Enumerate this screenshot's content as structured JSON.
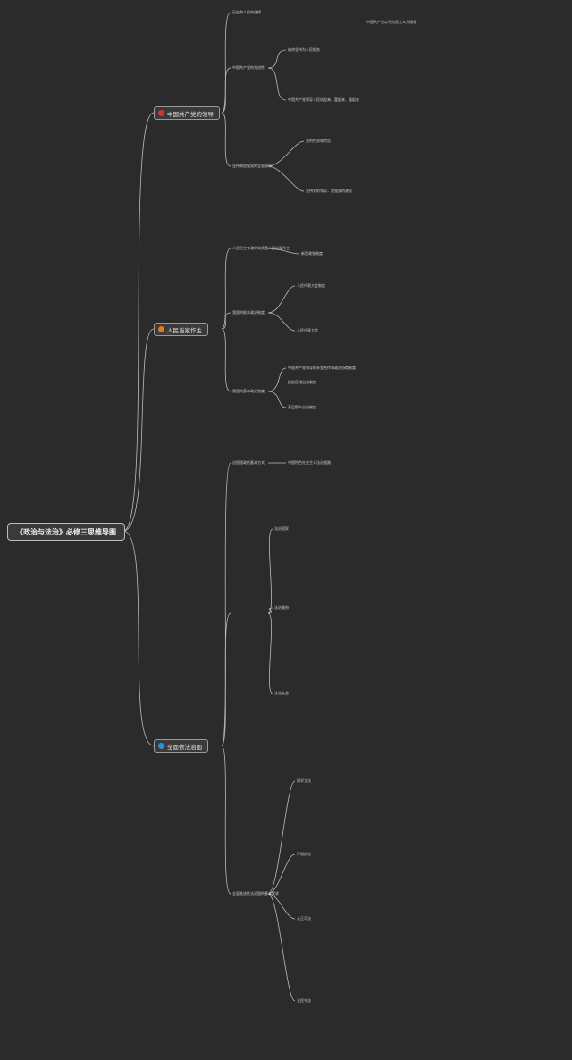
{
  "root": {
    "title": "《政治与法治》必修三思维导图"
  },
  "colors": {
    "branch_1": "#d9312e",
    "branch_2": "#e07a1f",
    "branch_3": "#2a8fd6"
  },
  "branches": [
    {
      "label": "中国共产党的领导",
      "badge_icon": "red-dot-icon",
      "nodes": [
        "历史和人民的选择",
        "中国共产党的先进性",
        "坚持和加强党的全面领导",
        "始终坚持为人民服务",
        "中国共产党领导人民站起来、富起来、强起来",
        "党的性质和宗旨",
        "坚持党的领导，加强党的建设",
        "中国共产党以马克思主义为指导"
      ]
    },
    {
      "label": "人民当家作主",
      "badge_icon": "orange-number-icon",
      "nodes": [
        "人民民主专政的本质是人民当家作主",
        "我国的根本政治制度",
        "我国的基本政治制度",
        "人民代表大会制度",
        "人民代表大会",
        "中国共产党领导的多党合作和政治协商制度",
        "民族区域自治制度",
        "基层群众自治制度",
        "新型政党制度"
      ]
    },
    {
      "label": "全面依法治国",
      "badge_icon": "blue-number-icon",
      "nodes": [
        "治国理政的基本方式",
        "法治国家",
        "法治政府",
        "法治社会",
        "全面推进依法治国的基本要求",
        "科学立法",
        "严格执法",
        "公正司法",
        "全民守法",
        "中国特色社会主义法治道路"
      ]
    }
  ]
}
